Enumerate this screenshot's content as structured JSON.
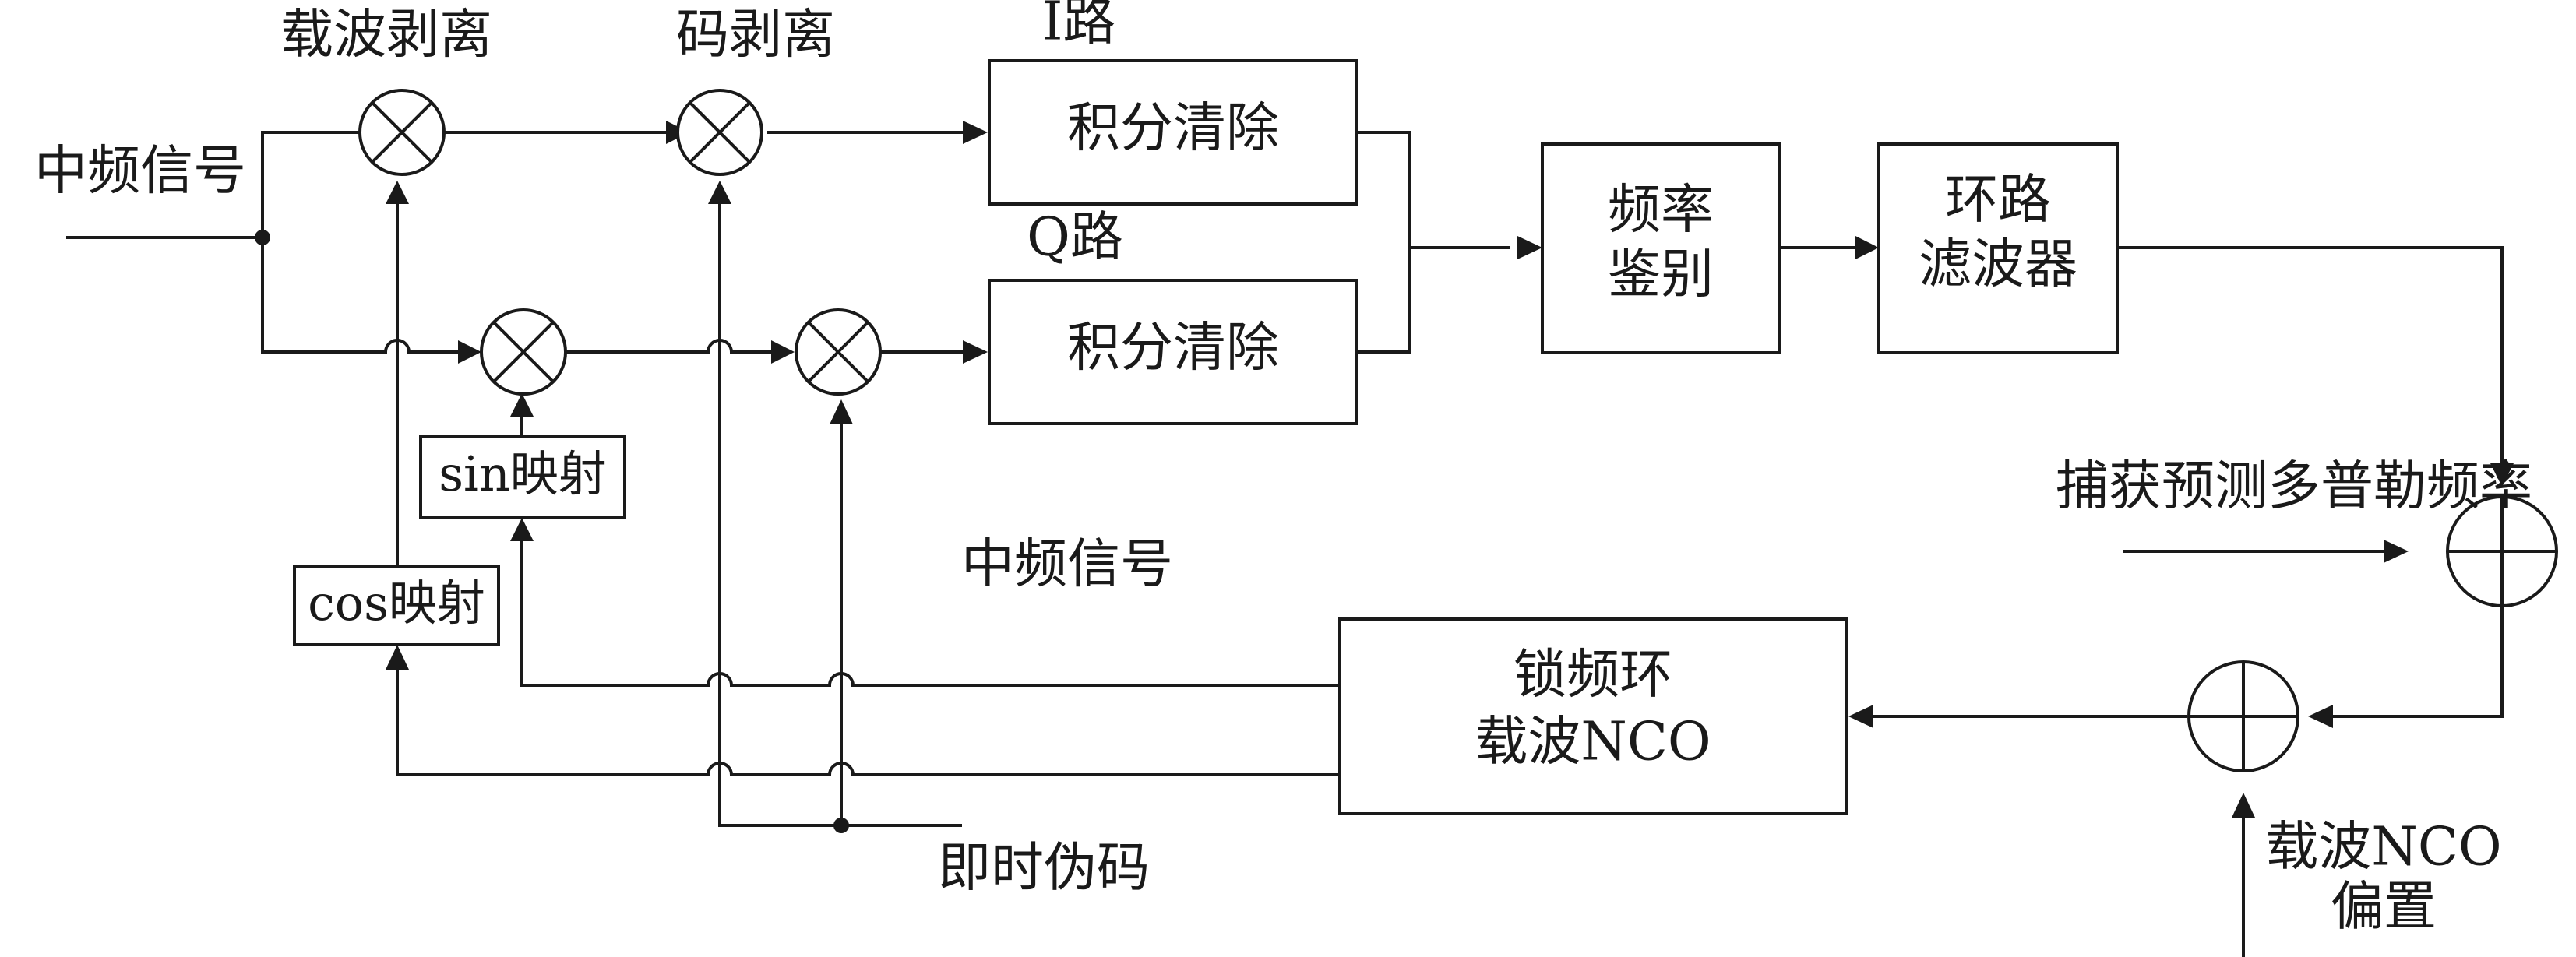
{
  "labels": {
    "carrier_strip": "载波剥离",
    "code_strip": "码剥离",
    "i_path": "I路",
    "q_path": "Q路",
    "if_signal_input": "中频信号",
    "if_signal_center": "中频信号",
    "sin_map": "sin映射",
    "cos_map": "cos映射",
    "prompt_code": "即时伪码",
    "acq_doppler": "捕获预测多普勒频率",
    "nco_bias_line1": "载波NCO",
    "nco_bias_line2": "偏置"
  },
  "blocks": {
    "integrate_dump_i": "积分清除",
    "integrate_dump_q": "积分清除",
    "freq_disc_line1": "频率",
    "freq_disc_line2": "鉴别",
    "loop_filter_line1": "环路",
    "loop_filter_line2": "滤波器",
    "fll_nco_line1": "锁频环",
    "fll_nco_line2": "载波NCO"
  }
}
